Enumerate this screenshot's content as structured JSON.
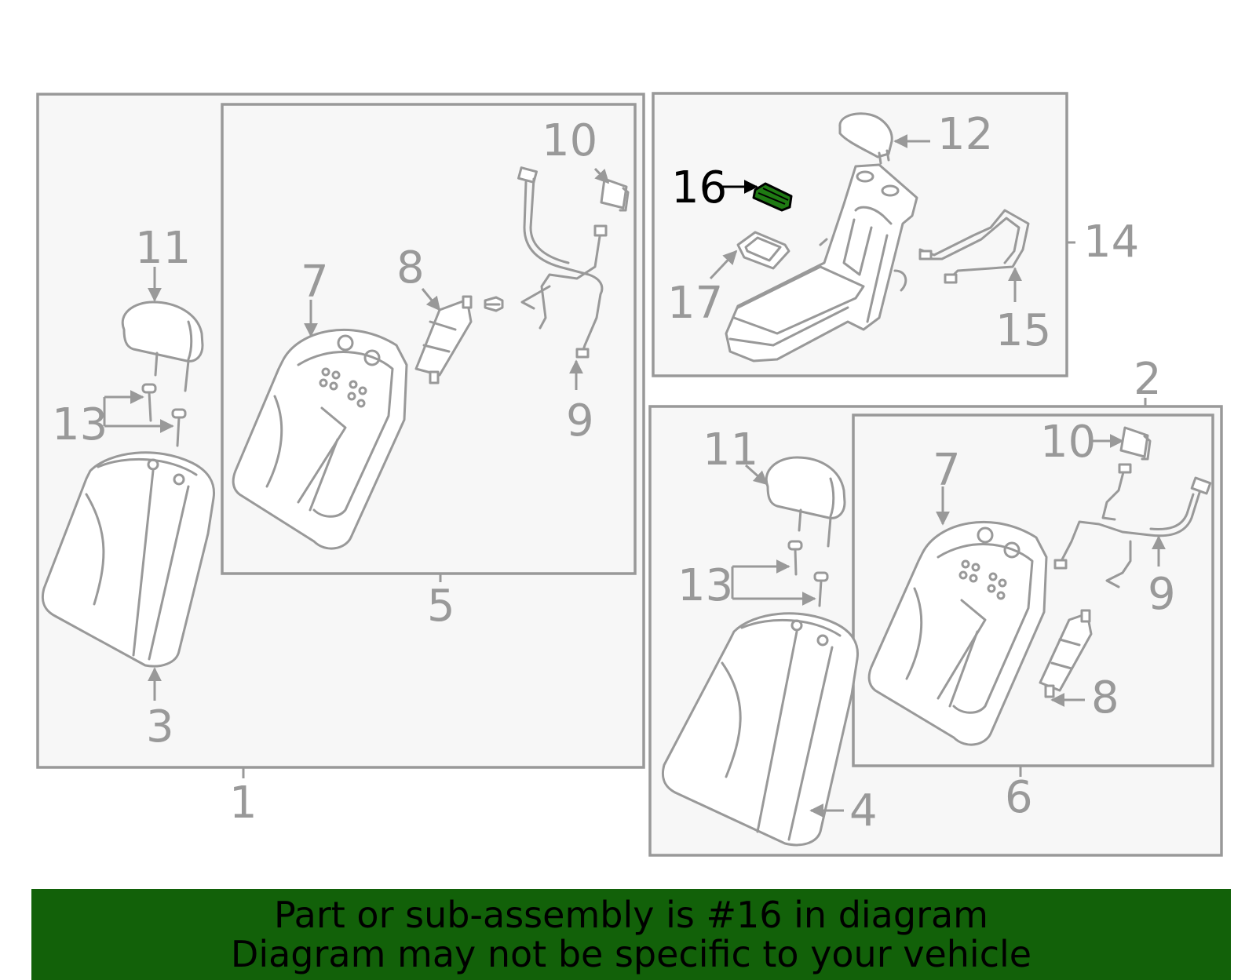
{
  "labels": {
    "l1": "1",
    "l2": "2",
    "l3": "3",
    "l4": "4",
    "l5": "5",
    "l6": "6",
    "l7a": "7",
    "l7b": "7",
    "l8a": "8",
    "l8b": "8",
    "l9a": "9",
    "l9b": "9",
    "l10a": "10",
    "l10b": "10",
    "l11a": "11",
    "l11b": "11",
    "l12": "12",
    "l13a": "13",
    "l13b": "13",
    "l14": "14",
    "l15": "15",
    "l16": "16",
    "l17": "17"
  },
  "banner": {
    "line1": "Part or sub-assembly is #16 in diagram",
    "line2": "Diagram may not be specific to your vehicle"
  },
  "colors": {
    "banner_bg": "#126109",
    "highlight_part": "#1f7a13",
    "line_gray": "#999999"
  }
}
